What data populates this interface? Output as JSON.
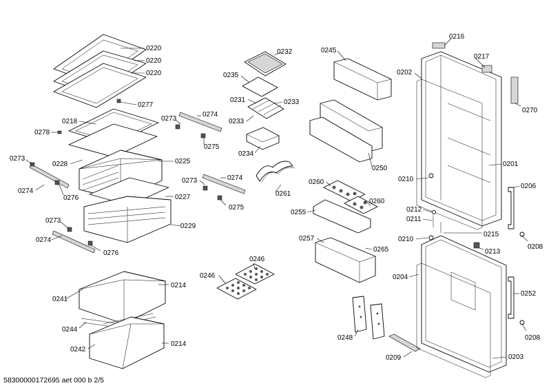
{
  "document": {
    "reference": "58300000172695 aet 000 b 2/5"
  },
  "callouts": [
    "0220",
    "0220",
    "0220",
    "0277",
    "0218",
    "0278",
    "0228",
    "0225",
    "0273",
    "0274",
    "0276",
    "0227",
    "0273",
    "0274",
    "0276",
    "0229",
    "0273",
    "0274",
    "0275",
    "0273",
    "0274",
    "0275",
    "0232",
    "0235",
    "0231",
    "0233",
    "0233",
    "0234",
    "0261",
    "0241",
    "0214",
    "0244",
    "0242",
    "0214",
    "0246",
    "0246",
    "0245",
    "0250",
    "0260",
    "0260",
    "0255",
    "0257",
    "0265",
    "0248",
    "0209",
    "0216",
    "0217",
    "0202",
    "0270",
    "0201",
    "0210",
    "0206",
    "0212",
    "0211",
    "0215",
    "0208",
    "0210",
    "0213",
    "0204",
    "0252",
    "0208",
    "0203"
  ]
}
